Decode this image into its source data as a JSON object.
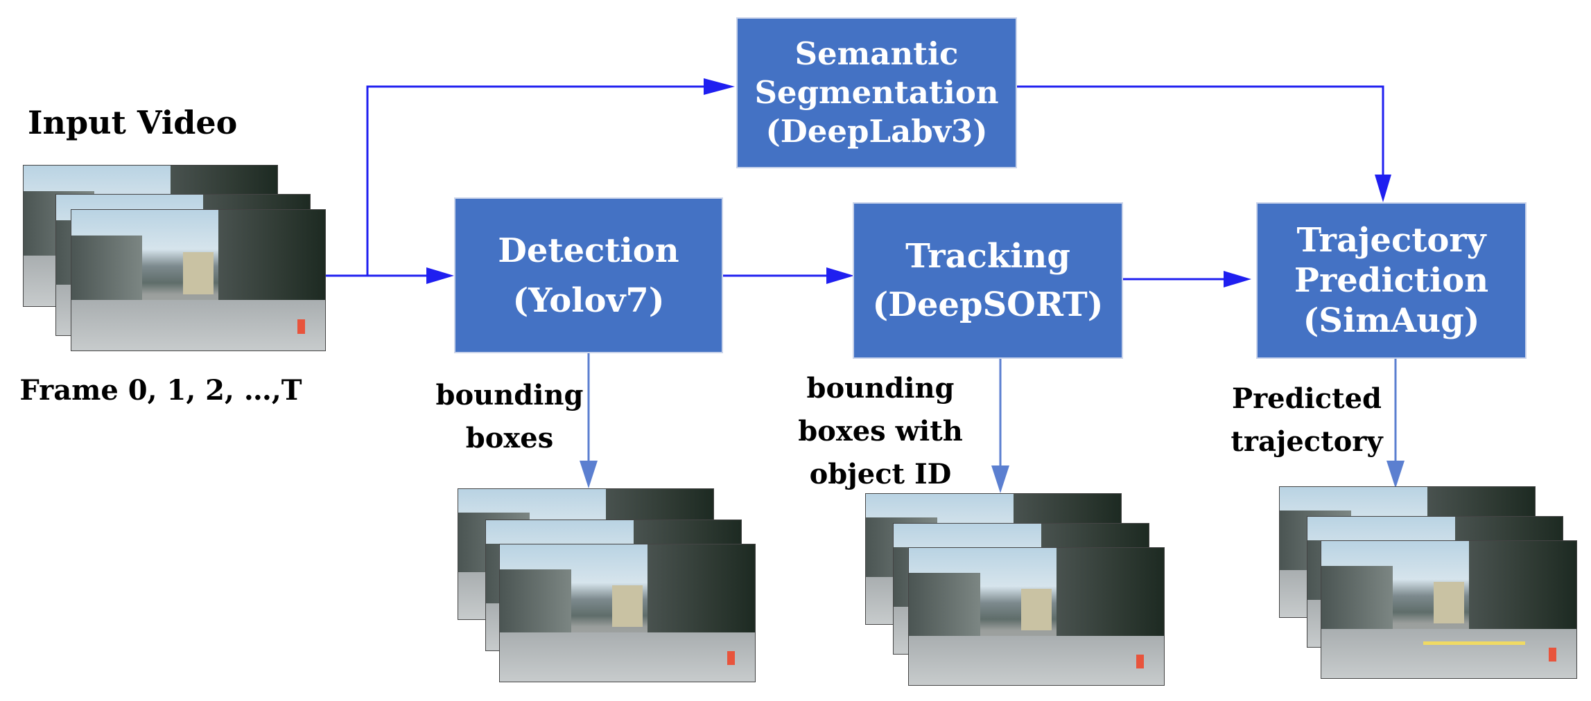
{
  "input": {
    "title": "Input Video",
    "caption": "Frame 0, 1, 2, …,T"
  },
  "boxes": {
    "segmentation": [
      "Semantic",
      "Segmentation",
      "(DeepLabv3)"
    ],
    "detection": [
      "Detection",
      "(Yolov7)"
    ],
    "tracking": [
      "Tracking",
      "(DeepSORT)"
    ],
    "prediction": [
      "Trajectory",
      "Prediction",
      "(SimAug)"
    ]
  },
  "outputs": {
    "detection": [
      "bounding",
      "boxes"
    ],
    "tracking": [
      "bounding",
      "boxes with",
      "object ID"
    ],
    "prediction": [
      "Predicted",
      "trajectory"
    ]
  },
  "colors": {
    "box_fill": "#4472c4",
    "arrow": "#1f1ff0",
    "arrow_down": "#5b7fd0"
  }
}
